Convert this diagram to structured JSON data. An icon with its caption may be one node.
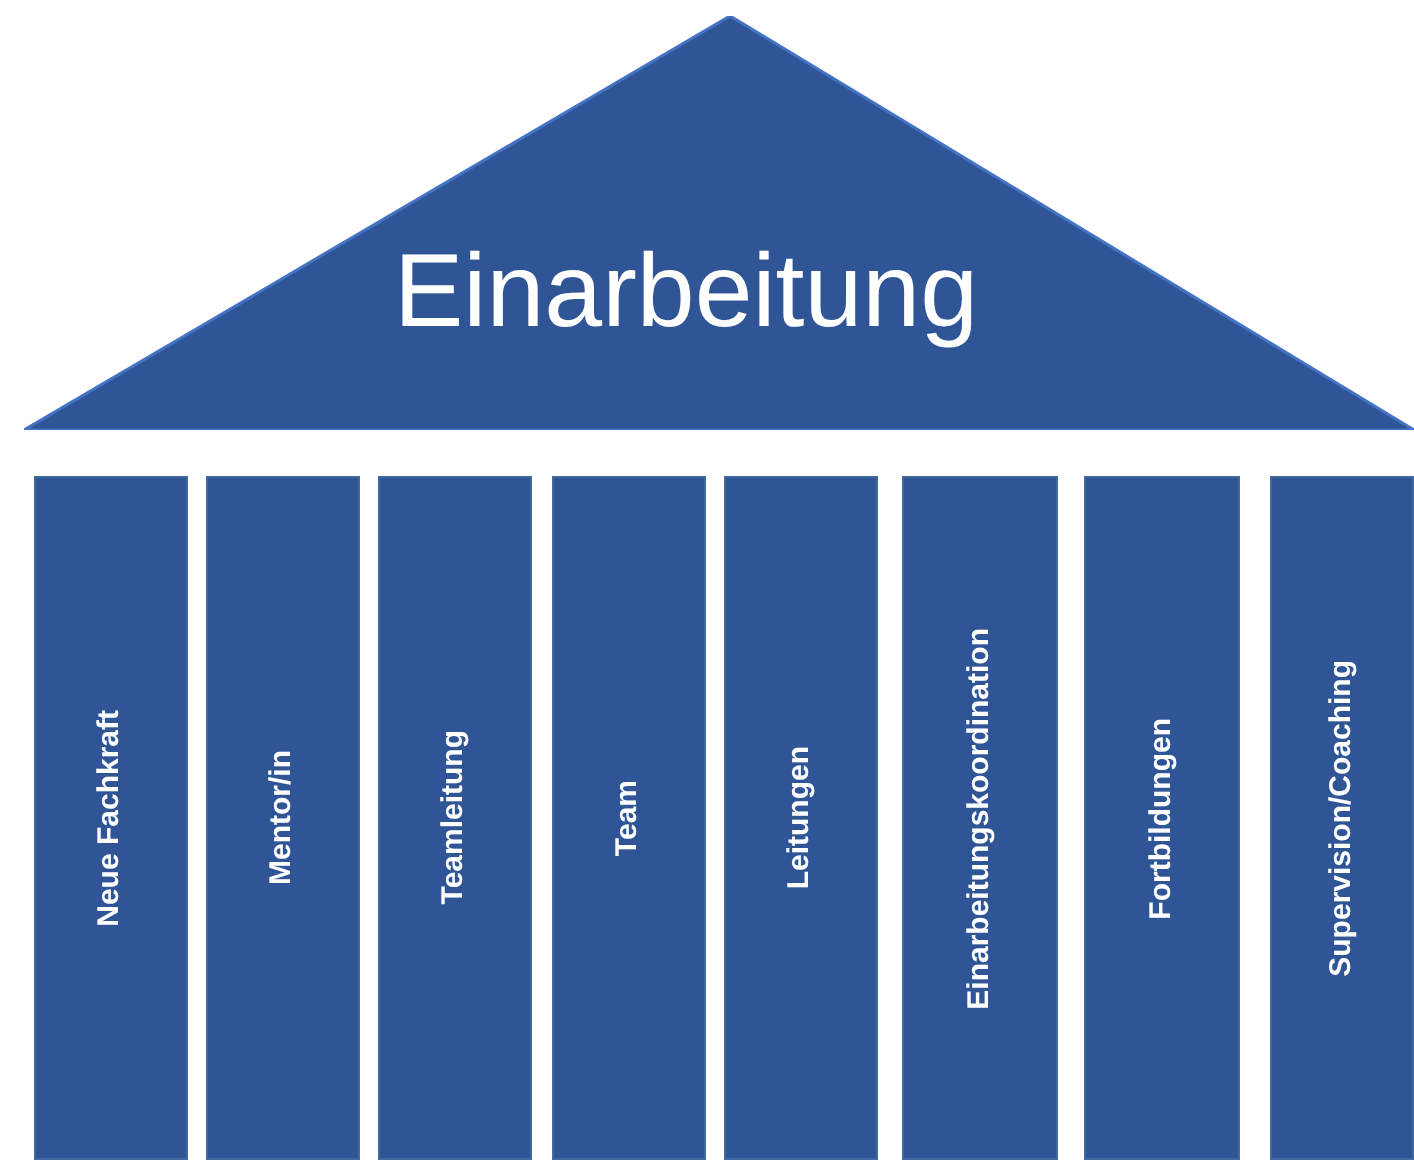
{
  "diagram": {
    "nodes": [
      {
        "text": [
          "Einarbeitung"
        ]
      },
      {
        "text": [
          "Neue Fachkraft"
        ]
      },
      {
        "text": [
          "Mentor/in"
        ]
      },
      {
        "text": [
          "Teamleitung"
        ]
      },
      {
        "text": [
          "Team"
        ]
      },
      {
        "text": [
          "Leitungen"
        ]
      },
      {
        "text": [
          "Einarbeitungskoordination"
        ]
      },
      {
        "text": [
          "Fortbildungen"
        ]
      },
      {
        "text": [
          "Supervision/Coaching"
        ]
      }
    ]
  }
}
